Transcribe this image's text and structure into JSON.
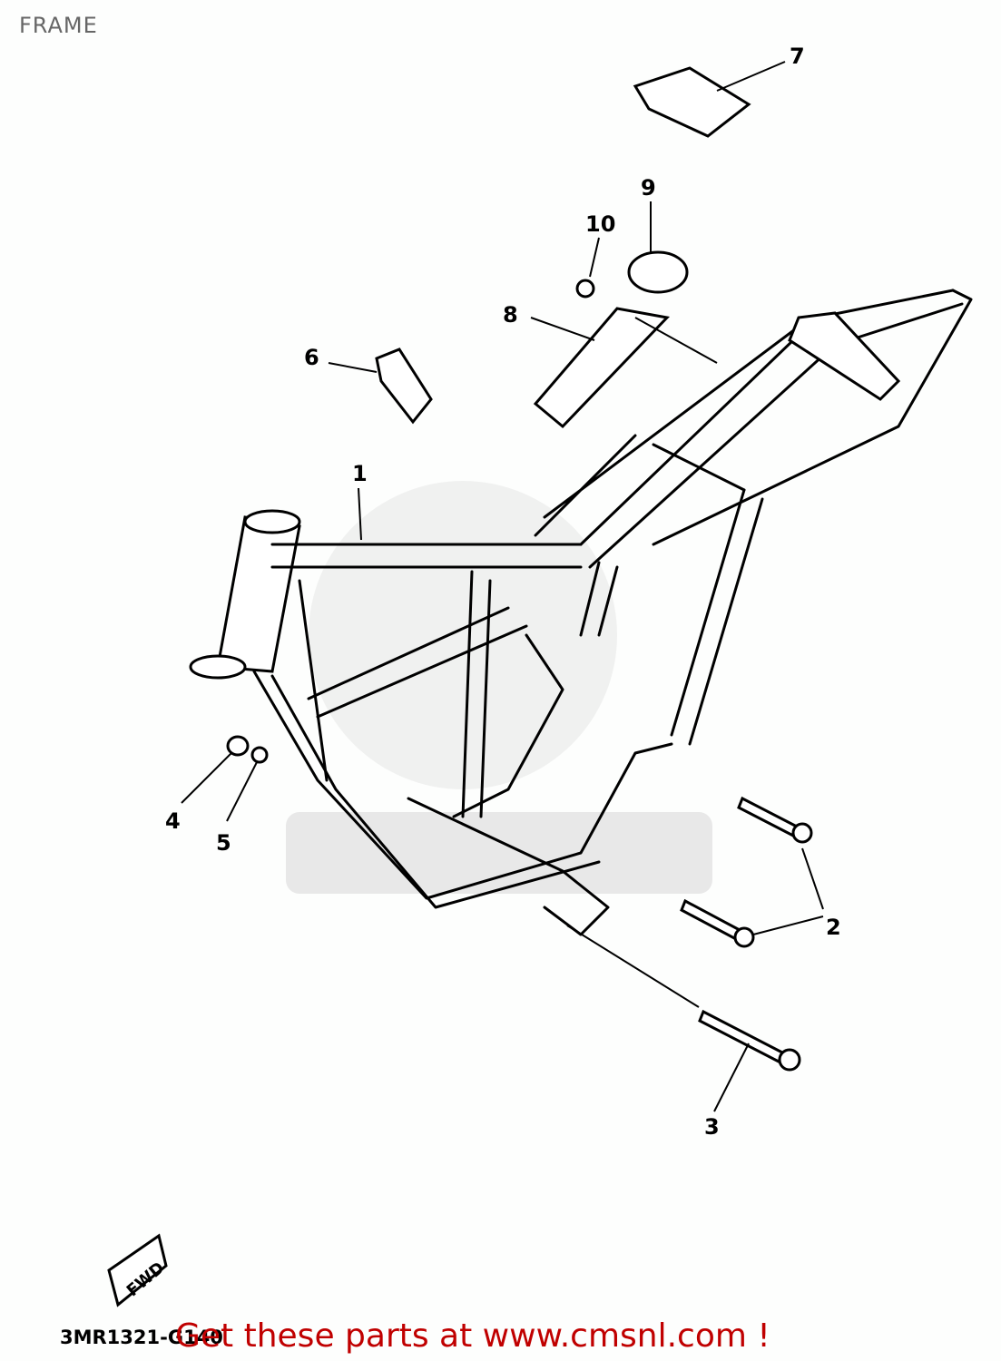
{
  "title": "FRAME",
  "callouts": [
    "1",
    "2",
    "3",
    "4",
    "5",
    "6",
    "7",
    "8",
    "9",
    "10"
  ],
  "fwd_label": "FWD",
  "diagram_code": "3MR1321-G140",
  "promo_text": "Get these parts at www.cmsnl.com !",
  "colors": {
    "promo": "#c00000",
    "title": "#666666",
    "lines": "#000000"
  }
}
